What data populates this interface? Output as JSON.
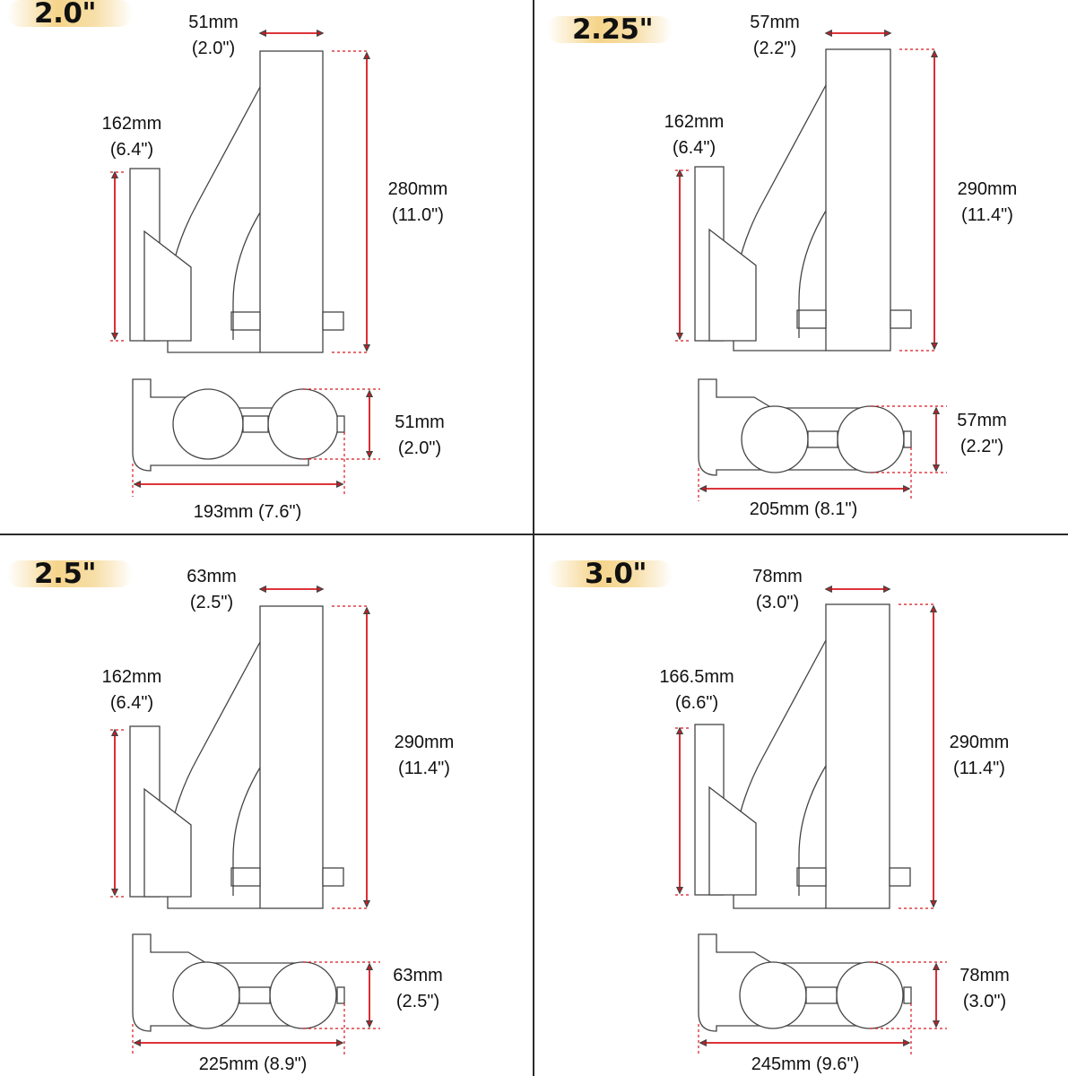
{
  "colors": {
    "dimension": "#d8171e",
    "outline": "#444444",
    "divider": "#2a2a2a",
    "badge_glow": "#f5d48a"
  },
  "panels": [
    {
      "size": "2.0\"",
      "top_width_mm": "51mm",
      "top_width_in": "(2.0\")",
      "height_mm": "280mm",
      "height_in": "(11.0\")",
      "plate_mm": "162mm",
      "plate_in": "(6.4\")",
      "tube_mm": "51mm",
      "tube_in": "(2.0\")",
      "overall_width": "193mm (7.6\")"
    },
    {
      "size": "2.25\"",
      "top_width_mm": "57mm",
      "top_width_in": "(2.2\")",
      "height_mm": "290mm",
      "height_in": "(11.4\")",
      "plate_mm": "162mm",
      "plate_in": "(6.4\")",
      "tube_mm": "57mm",
      "tube_in": "(2.2\")",
      "overall_width": "205mm (8.1\")"
    },
    {
      "size": "2.5\"",
      "top_width_mm": "63mm",
      "top_width_in": "(2.5\")",
      "height_mm": "290mm",
      "height_in": "(11.4\")",
      "plate_mm": "162mm",
      "plate_in": "(6.4\")",
      "tube_mm": "63mm",
      "tube_in": "(2.5\")",
      "overall_width": "225mm (8.9\")"
    },
    {
      "size": "3.0\"",
      "top_width_mm": "78mm",
      "top_width_in": "(3.0\")",
      "height_mm": "290mm",
      "height_in": "(11.4\")",
      "plate_mm": "166.5mm",
      "plate_in": "(6.6\")",
      "tube_mm": "78mm",
      "tube_in": "(3.0\")",
      "overall_width": "245mm (9.6\")"
    }
  ]
}
